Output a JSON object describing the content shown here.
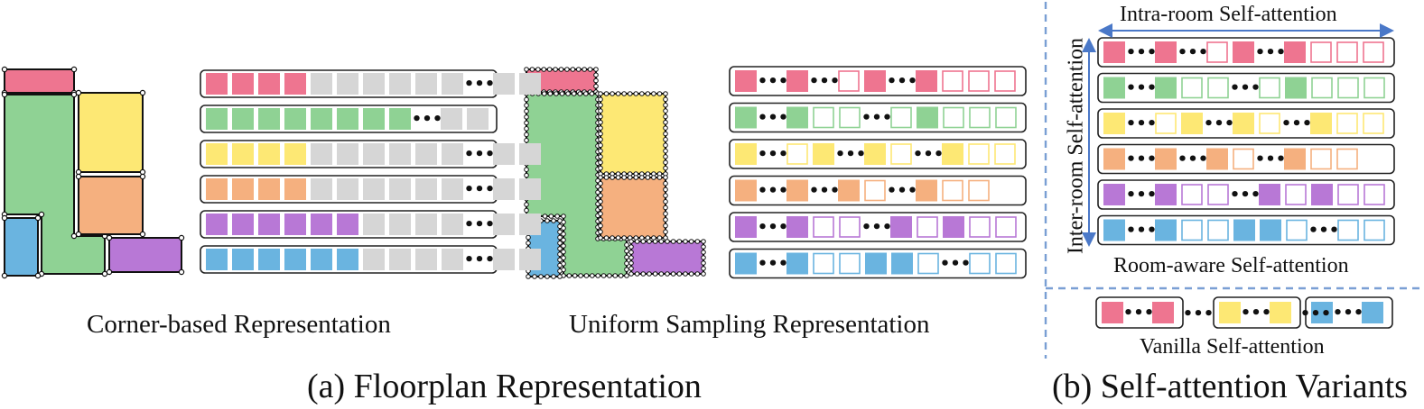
{
  "panel_a": {
    "corner_caption": "Corner-based Representation",
    "uniform_caption": "Uniform Sampling Representation",
    "title": "(a) Floorplan Representation"
  },
  "panel_b": {
    "intra_label": "Intra-room Self-attention",
    "inter_label": "Inter-room Self-attention",
    "room_aware_label": "Room-aware Self-attention",
    "vanilla_label": "Vanilla Self-attention",
    "title": "(b) Self-attention Variants"
  },
  "ellipsis": "•••",
  "colors": {
    "pink": "#ee7590",
    "green": "#8fd294",
    "yellow": "#fde874",
    "orange": "#f5b07f",
    "purple": "#b878d6",
    "blue": "#6ab4e0",
    "gray": "#d6d6d6",
    "divider": "#7a9fd4",
    "arrow": "#4a78c8"
  },
  "sequences": {
    "corner": [
      "pppp......E..",
      "ggggggggE..",
      "yyyy......E..",
      "oooo......E..",
      "uuuuuu....E..",
      "bbbbbb....E.."
    ],
    "uniform": [
      "pEpEPpEpPPP",
      "gEgGGEGgGGG",
      "yEYyEyYEyYY",
      "oEoEoOEoOO",
      "uEuUUEuUuUU",
      "bEbBBbbBEBB"
    ],
    "room_aware": [
      "pEpEPpEpPPP",
      "gEgGGEGgGGG",
      "yEYyEyYEyYY",
      "oEoEoOEoOO",
      "uEuUUEuUuUU",
      "bEbBBbbBEBB"
    ],
    "vanilla": [
      "pEp",
      "yEy",
      "bEb"
    ]
  }
}
